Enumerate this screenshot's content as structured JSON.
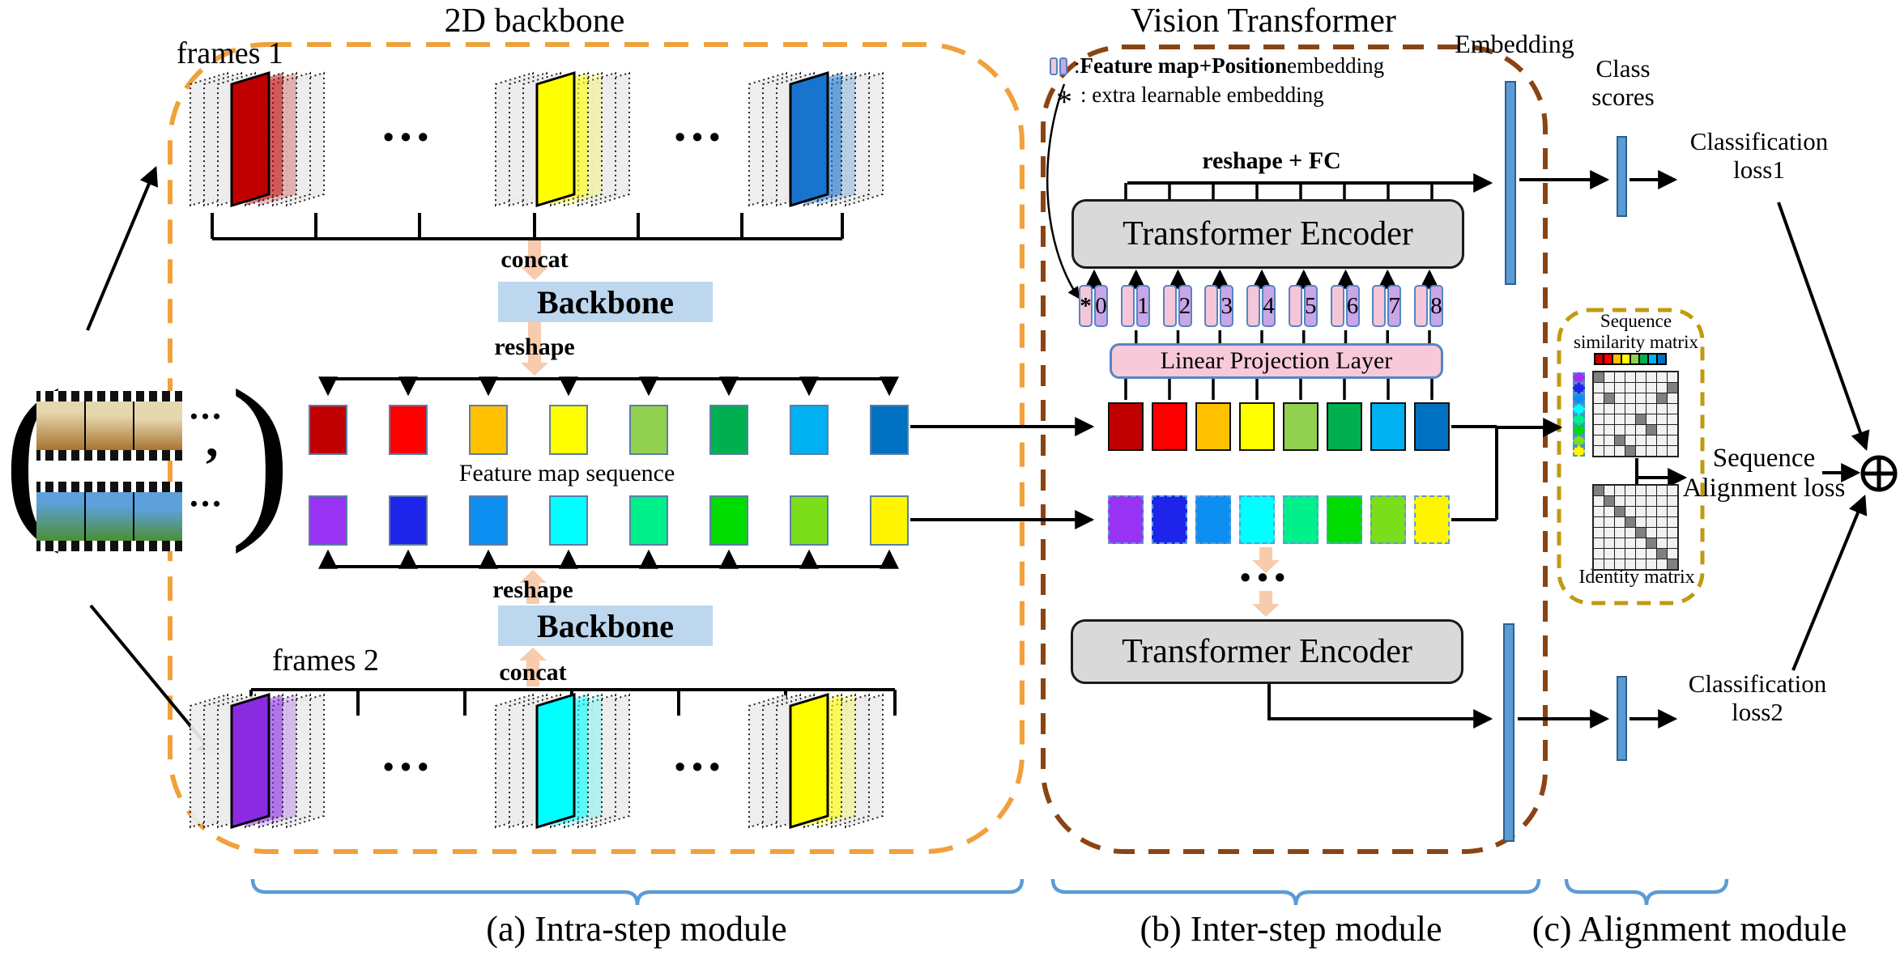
{
  "labels": {
    "backbone_2d": "2D backbone",
    "vision_transformer": "Vision Transformer",
    "frames1": "frames 1",
    "frames2": "frames 2",
    "backbone": "Backbone",
    "concat": "concat",
    "reshape": "reshape",
    "feature_map_sequence": "Feature map sequence",
    "reshape_fc": "reshape + FC",
    "transformer_encoder": "Transformer Encoder",
    "linear_projection_layer": "Linear Projection Layer",
    "embedding": "Embedding",
    "class_scores_line1": "Class",
    "class_scores_line2": "scores",
    "classification_loss1_line1": "Classification",
    "classification_loss1_line2": "loss1",
    "classification_loss2_line1": "Classification",
    "classification_loss2_line2": "loss2",
    "sequence_similarity_line1": "Sequence",
    "sequence_similarity_line2": "similarity matrix",
    "identity_matrix": "Identity matrix",
    "alignment_loss_line1": "Sequence",
    "alignment_loss_line2": "Alignment loss",
    "module_a": "(a) Intra-step module",
    "module_b": "(b) Inter-step module",
    "module_c": "(c) Alignment module",
    "dots": "•••",
    "comma": ",",
    "paren_open": "(",
    "paren_close": ")",
    "star": "*"
  },
  "legend": {
    "colon": ": ",
    "bold1": "Feature map",
    "plus": "+",
    "bold2": "Position",
    "rest": " embedding",
    "line2_star": "*",
    "line2_text": ": extra learnable embedding"
  },
  "tokens": [
    "0",
    "1",
    "2",
    "3",
    "4",
    "5",
    "6",
    "7",
    "8"
  ],
  "feature_colors": {
    "sequence1": [
      "#C00000",
      "#FF0000",
      "#FFC000",
      "#FFFF00",
      "#92D050",
      "#00B050",
      "#00B0F0",
      "#0070C0"
    ],
    "sequence2": [
      "#9933F3",
      "#1F24EB",
      "#0D8FF2",
      "#00FFFF",
      "#00F08C",
      "#00DC00",
      "#7CDD1A",
      "#FFF500"
    ]
  },
  "frame_stacks": {
    "row1": [
      "#C00000",
      "#FFFF00",
      "#1874CD"
    ],
    "row2": [
      "#8A2BE2",
      "#00FFFF",
      "#FFFF00"
    ]
  },
  "matrices": {
    "similarity": {
      "size": 8,
      "gray_cells": [
        [
          0,
          0
        ],
        [
          1,
          7
        ],
        [
          2,
          1
        ],
        [
          2,
          6
        ],
        [
          4,
          4
        ],
        [
          5,
          5
        ],
        [
          6,
          2
        ],
        [
          7,
          3
        ]
      ]
    },
    "identity": {
      "size": 8,
      "gray_cells": [
        [
          0,
          0
        ],
        [
          1,
          1
        ],
        [
          2,
          2
        ],
        [
          3,
          3
        ],
        [
          4,
          4
        ],
        [
          5,
          5
        ],
        [
          6,
          6
        ],
        [
          7,
          7
        ]
      ]
    }
  },
  "colors": {
    "orange_dash": "#F0A13C",
    "brown_dash": "#8A4413",
    "gold_dash": "#C09A10",
    "peach": "#F8CBAD",
    "backbone_fill": "#BDD7EE",
    "encoder_fill": "#D9D9D9",
    "lpl_fill": "#F7C9D9",
    "token_pink": "#F4C6D7",
    "token_purple": "#C9A6E8",
    "token_border": "#5585C4",
    "bar_fill": "#5B9BD5",
    "brace": "#5B9BD5",
    "matrix_gray": "#808080",
    "matrix_light": "#F2F2F2",
    "film1_a": "#E6D8AE",
    "film1_b": "#A8742F",
    "film2_a": "#5DA0DC",
    "film2_b": "#4C8F33"
  }
}
